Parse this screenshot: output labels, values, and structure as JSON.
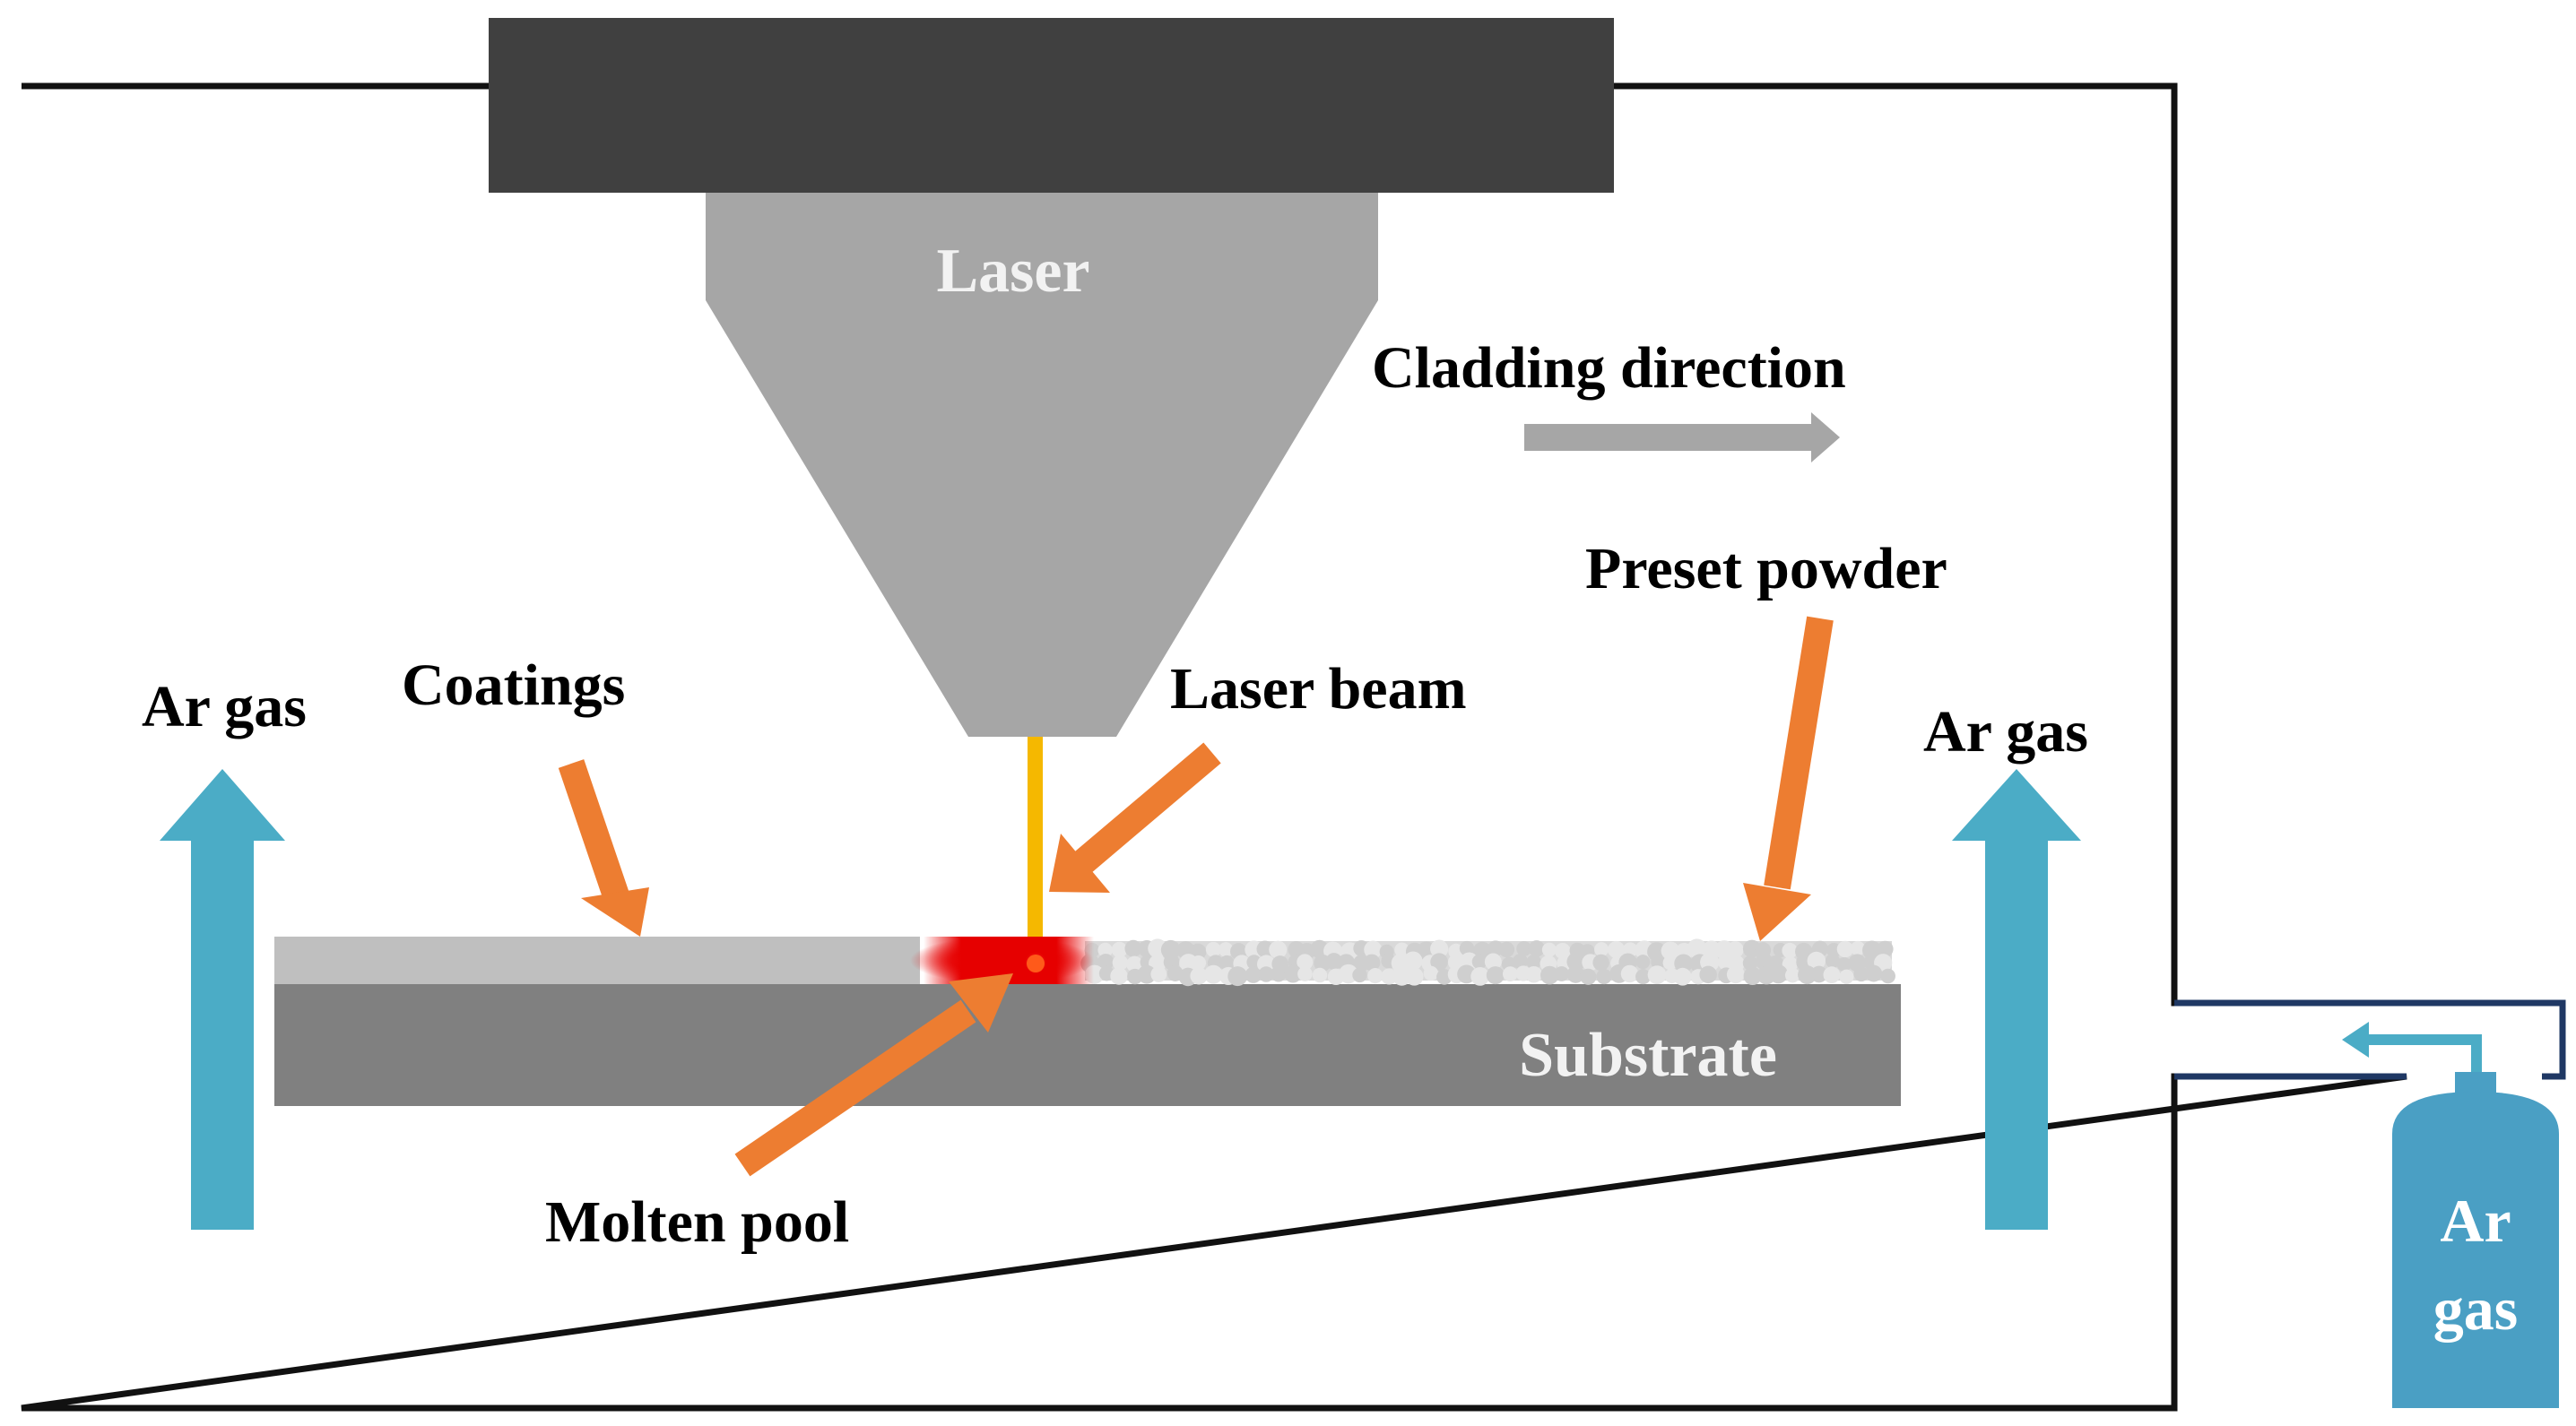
{
  "labels": {
    "laser": "Laser",
    "cladding_direction": "Cladding direction",
    "preset_powder": "Preset powder",
    "laser_beam": "Laser beam",
    "coatings": "Coatings",
    "ar_gas_left": "Ar gas",
    "ar_gas_right": "Ar gas",
    "substrate": "Substrate",
    "molten_pool": "Molten pool",
    "cylinder_line1": "Ar",
    "cylinder_line2": "gas"
  },
  "colors": {
    "chamber_outline": "#111111",
    "laser_housing": "#404040",
    "laser_head": "#a6a6a6",
    "laser_beam": "#f5b800",
    "coating": "#bfbfbf",
    "substrate": "#808080",
    "preset_powder": "#d9d9d9",
    "molten_pool": "#e60000",
    "pointer_arrow": "#ed7d31",
    "gas_arrow": "#4bacc6",
    "gas_cylinder": "#4a9fc4",
    "gas_pipe": "#1f3864",
    "direction_arrow": "#a6a6a6"
  }
}
